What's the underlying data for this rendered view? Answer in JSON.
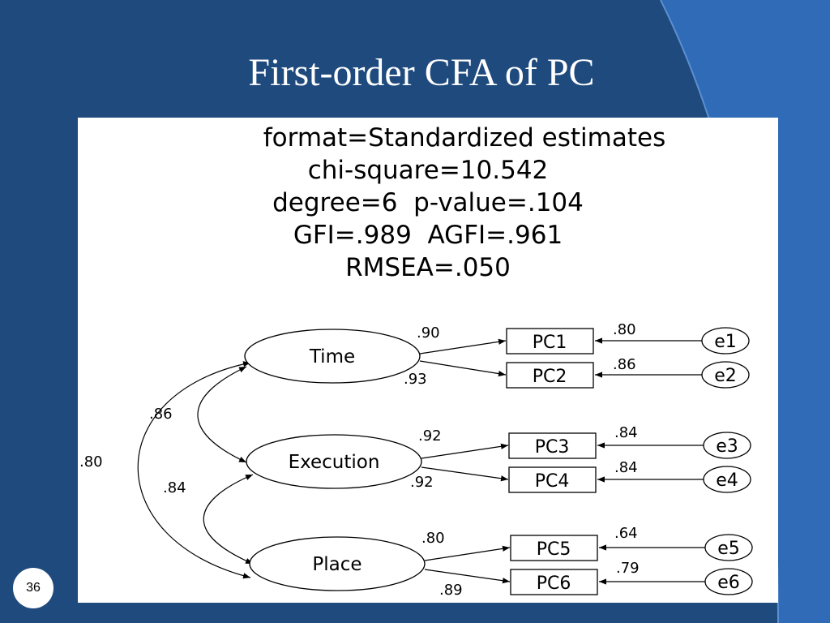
{
  "slide": {
    "title": "First-order CFA of PC",
    "page_number": "36",
    "colors": {
      "background": "#1f4a7d",
      "accent": "#2f6bb6",
      "text": "#ffffff"
    }
  },
  "fit_stats": [
    "format=Standardized estimates",
    "chi-square=10.542",
    "degree=6  p-value=.104",
    "GFI=.989  AGFI=.961",
    "RMSEA=.050"
  ],
  "diagram": {
    "factors": [
      {
        "id": "time",
        "label": "Time"
      },
      {
        "id": "execution",
        "label": "Execution"
      },
      {
        "id": "place",
        "label": "Place"
      }
    ],
    "indicators": [
      {
        "id": "pc1",
        "label": "PC1",
        "factor": "time",
        "loading": ".90",
        "r2": ".80",
        "error": "e1"
      },
      {
        "id": "pc2",
        "label": "PC2",
        "factor": "time",
        "loading": ".93",
        "r2": ".86",
        "error": "e2"
      },
      {
        "id": "pc3",
        "label": "PC3",
        "factor": "execution",
        "loading": ".92",
        "r2": ".84",
        "error": "e3"
      },
      {
        "id": "pc4",
        "label": "PC4",
        "factor": "execution",
        "loading": ".92",
        "r2": ".84",
        "error": "e4"
      },
      {
        "id": "pc5",
        "label": "PC5",
        "factor": "place",
        "loading": ".80",
        "r2": ".64",
        "error": "e5"
      },
      {
        "id": "pc6",
        "label": "PC6",
        "factor": "place",
        "loading": ".89",
        "r2": ".79",
        "error": "e6"
      }
    ],
    "correlations": [
      {
        "from": "time",
        "to": "execution",
        "value": ".86"
      },
      {
        "from": "execution",
        "to": "place",
        "value": ".84"
      },
      {
        "from": "time",
        "to": "place",
        "value": ".80"
      }
    ]
  }
}
